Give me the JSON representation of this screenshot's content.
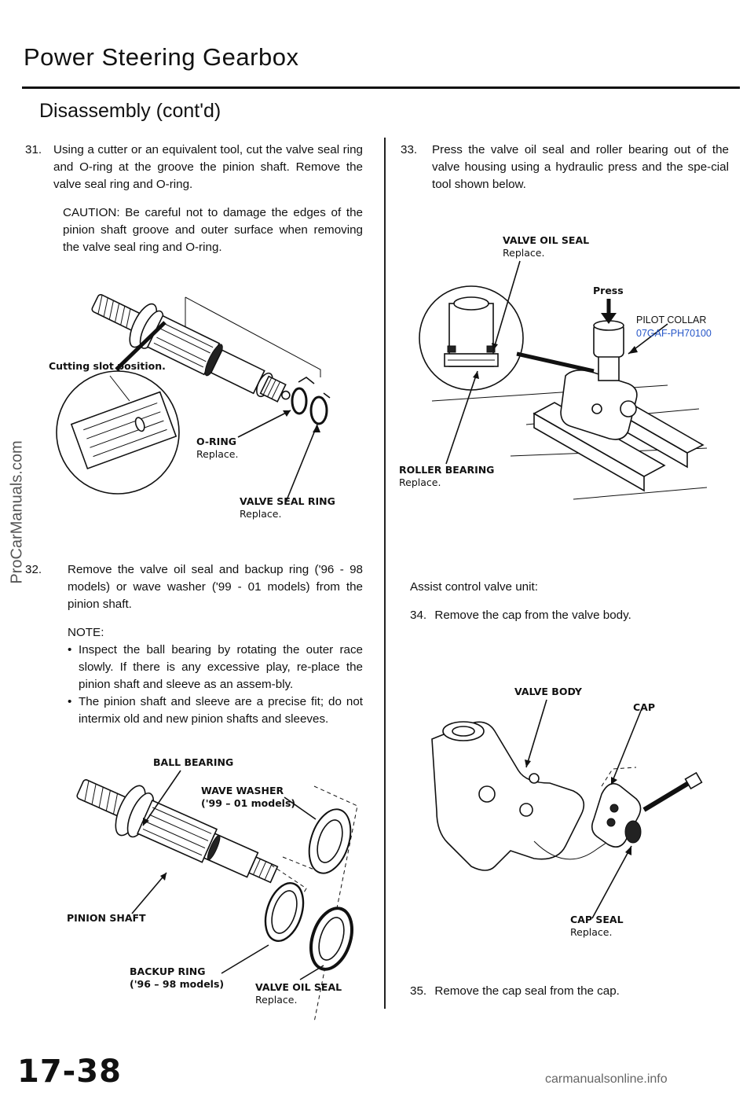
{
  "header": {
    "title": "Power Steering Gearbox",
    "subtitle": "Disassembly (cont'd)"
  },
  "steps": {
    "s31": {
      "number": "31.",
      "text": "Using a cutter or an equivalent tool, cut the valve seal ring and O-ring at the groove the pinion shaft. Remove the valve seal ring and O-ring.",
      "caution": "CAUTION: Be careful not to damage the edges of the pinion shaft groove and outer surface when removing the valve seal ring and O-ring."
    },
    "s32": {
      "number": "32.",
      "text": "Remove the valve oil seal and backup ring ('96 - 98 models) or wave washer ('99 - 01 models) from the pinion shaft.",
      "note_label": "NOTE:",
      "notes": [
        "Inspect the ball bearing by rotating the outer race slowly. If there is any excessive play, re-place the pinion shaft and sleeve as an assem-bly.",
        "The pinion shaft and sleeve are a precise fit; do not intermix old and new pinion shafts and sleeves."
      ]
    },
    "s33": {
      "number": "33.",
      "text": "Press the valve oil seal and roller bearing out of the valve housing using a hydraulic press and the spe-cial tool shown below."
    },
    "section_label": "Assist control valve unit:",
    "s34": {
      "number": "34.",
      "text": "Remove the cap from the valve body."
    },
    "s35": {
      "number": "35.",
      "text": "Remove the cap seal from the cap."
    }
  },
  "figures": {
    "fig1": {
      "cutting_slot": "Cutting slot position.",
      "o_ring": "O-RING",
      "o_ring_note": "Replace.",
      "valve_seal_ring": "VALVE SEAL RING",
      "valve_seal_ring_note": "Replace."
    },
    "fig2": {
      "valve_oil_seal": "VALVE OIL SEAL",
      "valve_oil_seal_note": "Replace.",
      "press": "Press",
      "pilot_collar": "PILOT COLLAR",
      "pilot_collar_part": "07GAF-PH70100",
      "roller_bearing": "ROLLER BEARING",
      "roller_bearing_note": "Replace."
    },
    "fig3": {
      "ball_bearing": "BALL BEARING",
      "wave_washer": "WAVE WASHER",
      "wave_washer_models": "('99 – 01 models)",
      "pinion_shaft": "PINION SHAFT",
      "backup_ring": "BACKUP RING",
      "backup_ring_models": "('96 – 98 models)",
      "valve_oil_seal": "VALVE OIL SEAL",
      "valve_oil_seal_note": "Replace."
    },
    "fig4": {
      "valve_body": "VALVE BODY",
      "cap": "CAP",
      "cap_seal": "CAP SEAL",
      "cap_seal_note": "Replace."
    }
  },
  "footer": {
    "page_number": "17-38",
    "watermark_side": "ProCarManuals.com",
    "watermark_bottom": "carmanualsonline.info"
  },
  "colors": {
    "text": "#111111",
    "part_number": "#2757c8"
  }
}
